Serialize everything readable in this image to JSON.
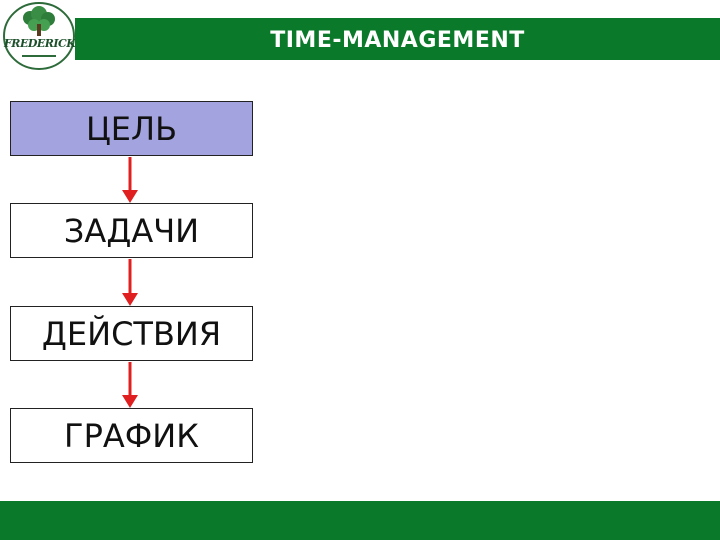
{
  "header": {
    "title": "TIME-MANAGEMENT"
  },
  "logo": {
    "text": "FREDERICKM"
  },
  "diagram": {
    "steps": [
      "ЦЕЛЬ",
      "ЗАДАЧИ",
      "ДЕЙСТВИЯ",
      "ГРАФИК"
    ]
  },
  "colors": {
    "brand_green": "#0a7a2a",
    "goal_fill": "#a3a3e0",
    "arrow": "#e02020"
  }
}
